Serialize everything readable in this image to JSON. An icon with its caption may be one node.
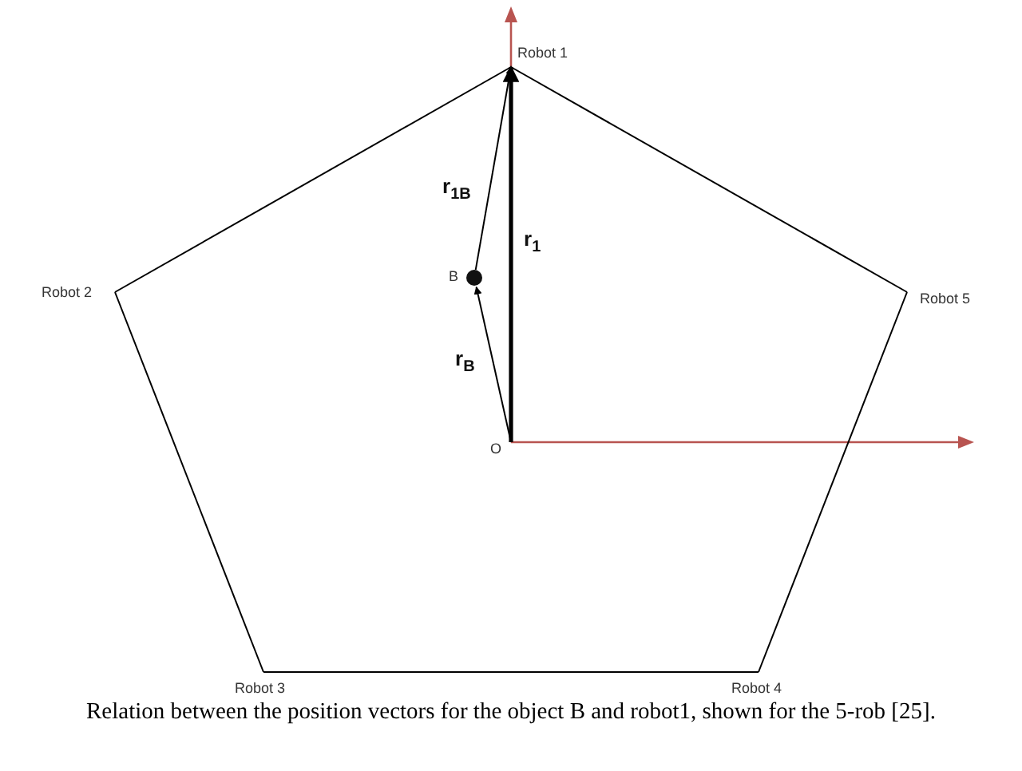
{
  "diagram": {
    "caption": "Relation between the position vectors for the object B and robot1, shown for the 5-rob [25].",
    "nodes": [
      {
        "text": [
          "Robot 1"
        ]
      },
      {
        "text": [
          "Robot 2"
        ]
      },
      {
        "text": [
          "B"
        ]
      },
      {
        "text": [
          "Robot 5"
        ]
      },
      {
        "text": [
          "O"
        ]
      },
      {
        "text": [
          "Robot 3"
        ]
      },
      {
        "text": [
          "Robot 4"
        ]
      }
    ],
    "edges": [
      {
        "from": 0,
        "to": 1,
        "arrow": "none"
      },
      {
        "from": 1,
        "to": 5,
        "arrow": "none"
      },
      {
        "from": 5,
        "to": 6,
        "arrow": "none"
      },
      {
        "from": 6,
        "to": 3,
        "arrow": "none"
      },
      {
        "from": 3,
        "to": 0,
        "arrow": "none"
      },
      {
        "from": 4,
        "to": 2,
        "arrow": "to",
        "label": "r$_{B}$"
      },
      {
        "from": 2,
        "to": 0,
        "arrow": "to",
        "label": "r$_{1B}$"
      },
      {
        "from": 4,
        "to": 0,
        "arrow": "to",
        "label": "r$_{1}$",
        "style": "thick"
      }
    ]
  }
}
